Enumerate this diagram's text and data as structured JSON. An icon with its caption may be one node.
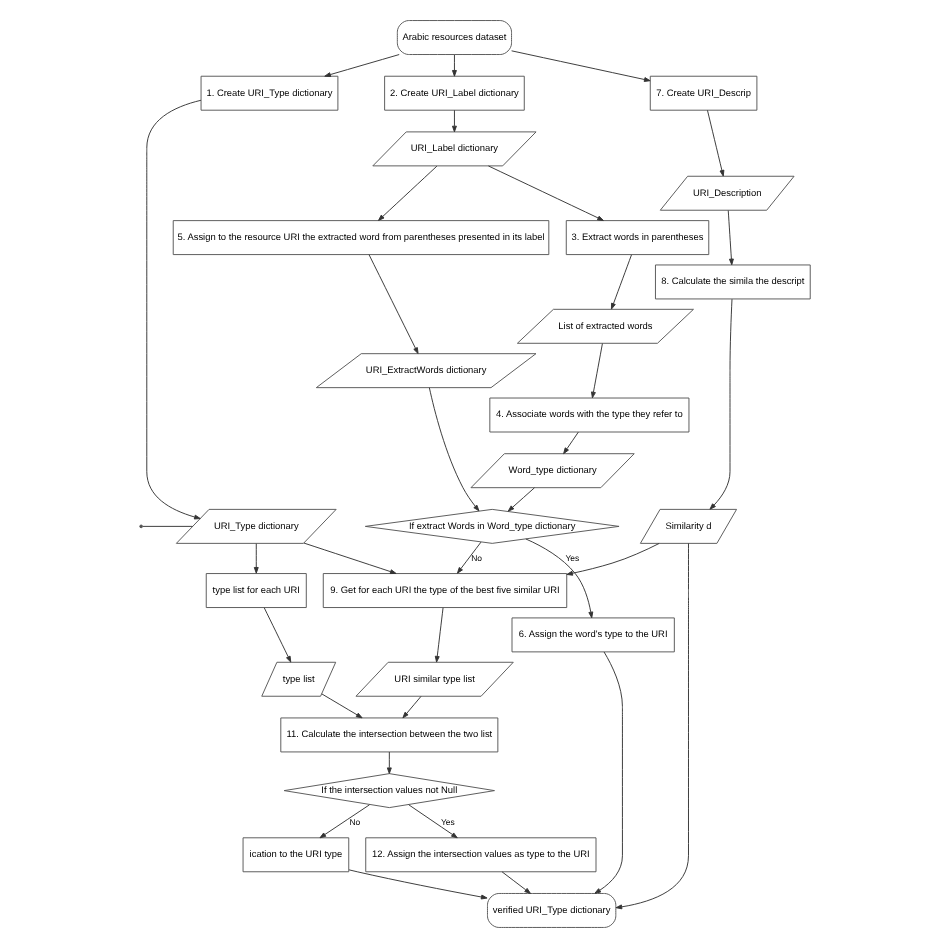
{
  "diagram": {
    "nodes": [
      {
        "text": [
          "Arabic resources dataset"
        ]
      },
      {
        "text": [
          "1. Create URI_Type dictionary"
        ]
      },
      {
        "text": [
          "2. Create URI_Label dictionary"
        ]
      },
      {
        "text": [
          "7. Create URI_Descrip"
        ]
      },
      {
        "text": [
          "URI_Type dictionary"
        ]
      },
      {
        "text": [
          "URI_Label dictionary"
        ]
      },
      {
        "text": [
          "5. Assign to the resource URI the extracted word from parentheses presented in its label"
        ]
      },
      {
        "text": [
          "3. Extract words in parentheses"
        ]
      },
      {
        "text": [
          "URI_Description"
        ]
      },
      {
        "text": [
          "List of extracted words"
        ]
      },
      {
        "text": [
          "URI_ExtractWords dictionary"
        ]
      },
      {
        "text": [
          "4. Associate words with the type they refer to"
        ]
      },
      {
        "text": [
          "Word_type dictionary"
        ]
      },
      {
        "text": [
          "8. Calculate the simila the descript"
        ]
      },
      {
        "text": [
          "If extract Words in Word_type dictionary"
        ]
      },
      {
        "text": [
          "Similarity d"
        ]
      },
      {
        "text": [
          "type list for each URI"
        ]
      },
      {
        "text": [
          "9. Get for each URI the type of the best five similar URI"
        ]
      },
      {
        "text": [
          "type list"
        ]
      },
      {
        "text": [
          "URI similar type list"
        ]
      },
      {
        "text": [
          "11. Calculate the intersection between the two list"
        ]
      },
      {
        "text": [
          "6. Assign the word's type to the URI"
        ]
      },
      {
        "text": [
          "If the intersection values not Null"
        ]
      },
      {
        "text": [
          "ication to the URI type"
        ]
      },
      {
        "text": [
          "12. Assign the intersection values as type to the URI"
        ]
      },
      {
        "text": [
          "verified URI_Type dictionary"
        ]
      }
    ],
    "edges": [
      {
        "from": 0,
        "to": 1,
        "arrow": "to"
      },
      {
        "from": 0,
        "to": 2,
        "arrow": "to"
      },
      {
        "from": 0,
        "to": 3,
        "arrow": "to"
      },
      {
        "from": 1,
        "to": 4,
        "arrow": "to"
      },
      {
        "from": 4,
        "to": null,
        "arrow": "none"
      },
      {
        "from": 2,
        "to": 5,
        "arrow": "to"
      },
      {
        "from": 5,
        "to": 7,
        "arrow": "to"
      },
      {
        "from": 5,
        "to": 6,
        "arrow": "to"
      },
      {
        "from": 3,
        "to": 8,
        "arrow": "to"
      },
      {
        "from": 7,
        "to": 9,
        "arrow": "to"
      },
      {
        "from": 6,
        "to": 10,
        "arrow": "to"
      },
      {
        "from": 9,
        "to": 11,
        "arrow": "to"
      },
      {
        "from": 11,
        "to": 12,
        "arrow": "to"
      },
      {
        "from": 8,
        "to": 13,
        "arrow": "to"
      },
      {
        "from": 12,
        "to": 14,
        "arrow": "to"
      },
      {
        "from": 10,
        "to": 14,
        "arrow": "to"
      },
      {
        "from": 13,
        "to": 15,
        "arrow": "to"
      },
      {
        "from": 4,
        "to": 16,
        "arrow": "to"
      },
      {
        "from": 4,
        "to": 17,
        "arrow": "to"
      },
      {
        "from": 14,
        "to": 17,
        "label": "No",
        "arrow": "to"
      },
      {
        "from": 15,
        "to": 17,
        "arrow": "to"
      },
      {
        "from": 14,
        "to": 21,
        "label": "Yes",
        "arrow": "to"
      },
      {
        "from": 16,
        "to": 18,
        "arrow": "to"
      },
      {
        "from": 17,
        "to": 19,
        "arrow": "to"
      },
      {
        "from": 19,
        "to": 20,
        "arrow": "to"
      },
      {
        "from": 18,
        "to": 20,
        "arrow": "to"
      },
      {
        "from": 20,
        "to": 22,
        "arrow": "to"
      },
      {
        "from": 22,
        "to": 23,
        "label": "No",
        "arrow": "to"
      },
      {
        "from": 22,
        "to": 24,
        "label": "Yes",
        "arrow": "to"
      },
      {
        "from": 23,
        "to": 25,
        "arrow": "to"
      },
      {
        "from": 24,
        "to": 25,
        "arrow": "to"
      },
      {
        "from": 15,
        "to": 25,
        "arrow": "to"
      },
      {
        "from": 21,
        "to": 25,
        "arrow": "to"
      }
    ]
  }
}
